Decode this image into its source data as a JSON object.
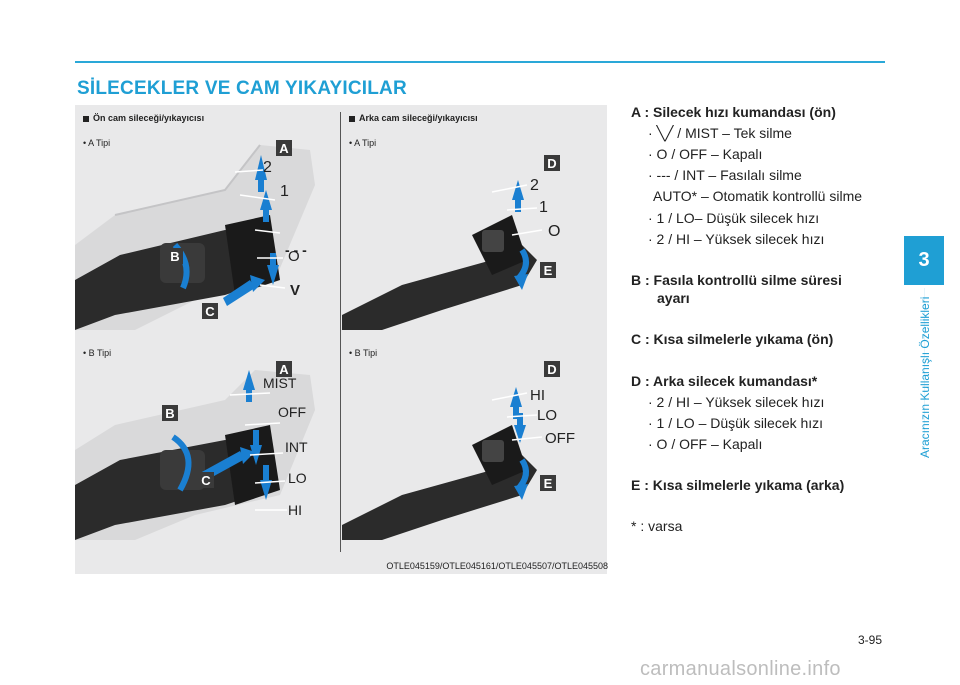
{
  "page": {
    "title": "SİLECEKLER VE CAM YIKAYICILAR",
    "page_number": "3-95",
    "chapter_tab": "3",
    "chapter_title": "Aracınızın Kullanışlı Özellikleri",
    "watermark": "carmanualsonline.info"
  },
  "figure": {
    "front_caption": "Ön cam sileceği/yıkayıcısı",
    "rear_caption": "Arka cam sileceği/yıkayıcısı",
    "type_a": "• A Tipi",
    "type_b": "• B Tipi",
    "ref_code": "OTLE045159/OTLE045161/OTLE045507/OTLE045508",
    "front_a": {
      "marker_a": "A",
      "marker_b": "B",
      "marker_c": "C",
      "l2": "2",
      "l1": "1",
      "dash": "- - -",
      "o": "O",
      "v": "V"
    },
    "front_b": {
      "marker_a": "A",
      "marker_b": "B",
      "marker_c": "C",
      "mist": "MIST",
      "off": "OFF",
      "int": "INT",
      "lo": "LO",
      "hi": "HI"
    },
    "rear_a": {
      "marker_d": "D",
      "marker_e": "E",
      "l2": "2",
      "l1": "1",
      "o": "O"
    },
    "rear_b": {
      "marker_d": "D",
      "marker_e": "E",
      "hi": "HI",
      "lo": "LO",
      "off": "OFF"
    }
  },
  "legend": {
    "a_title": "A : Silecek hızı kumandası (ön)",
    "a_items": [
      "· ╲╱ / MIST – Tek silme",
      "· O / OFF – Kapalı",
      "· --- / INT – Fasılalı silme",
      "AUTO* – Otomatik kontrollü silme",
      "· 1 / LO– Düşük silecek hızı",
      "· 2 / HI – Yüksek silecek hızı"
    ],
    "b_title_1": "B : Fasıla kontrollü silme süresi",
    "b_title_2": "ayarı",
    "c_title": "C : Kısa silmelerle yıkama (ön)",
    "d_title": "D : Arka silecek kumandası*",
    "d_items": [
      "· 2 / HI – Yüksek silecek hızı",
      "· 1 / LO – Düşük silecek hızı",
      "· O / OFF – Kapalı"
    ],
    "e_title": "E : Kısa silmelerle yıkama (arka)",
    "footnote": "* : varsa"
  }
}
